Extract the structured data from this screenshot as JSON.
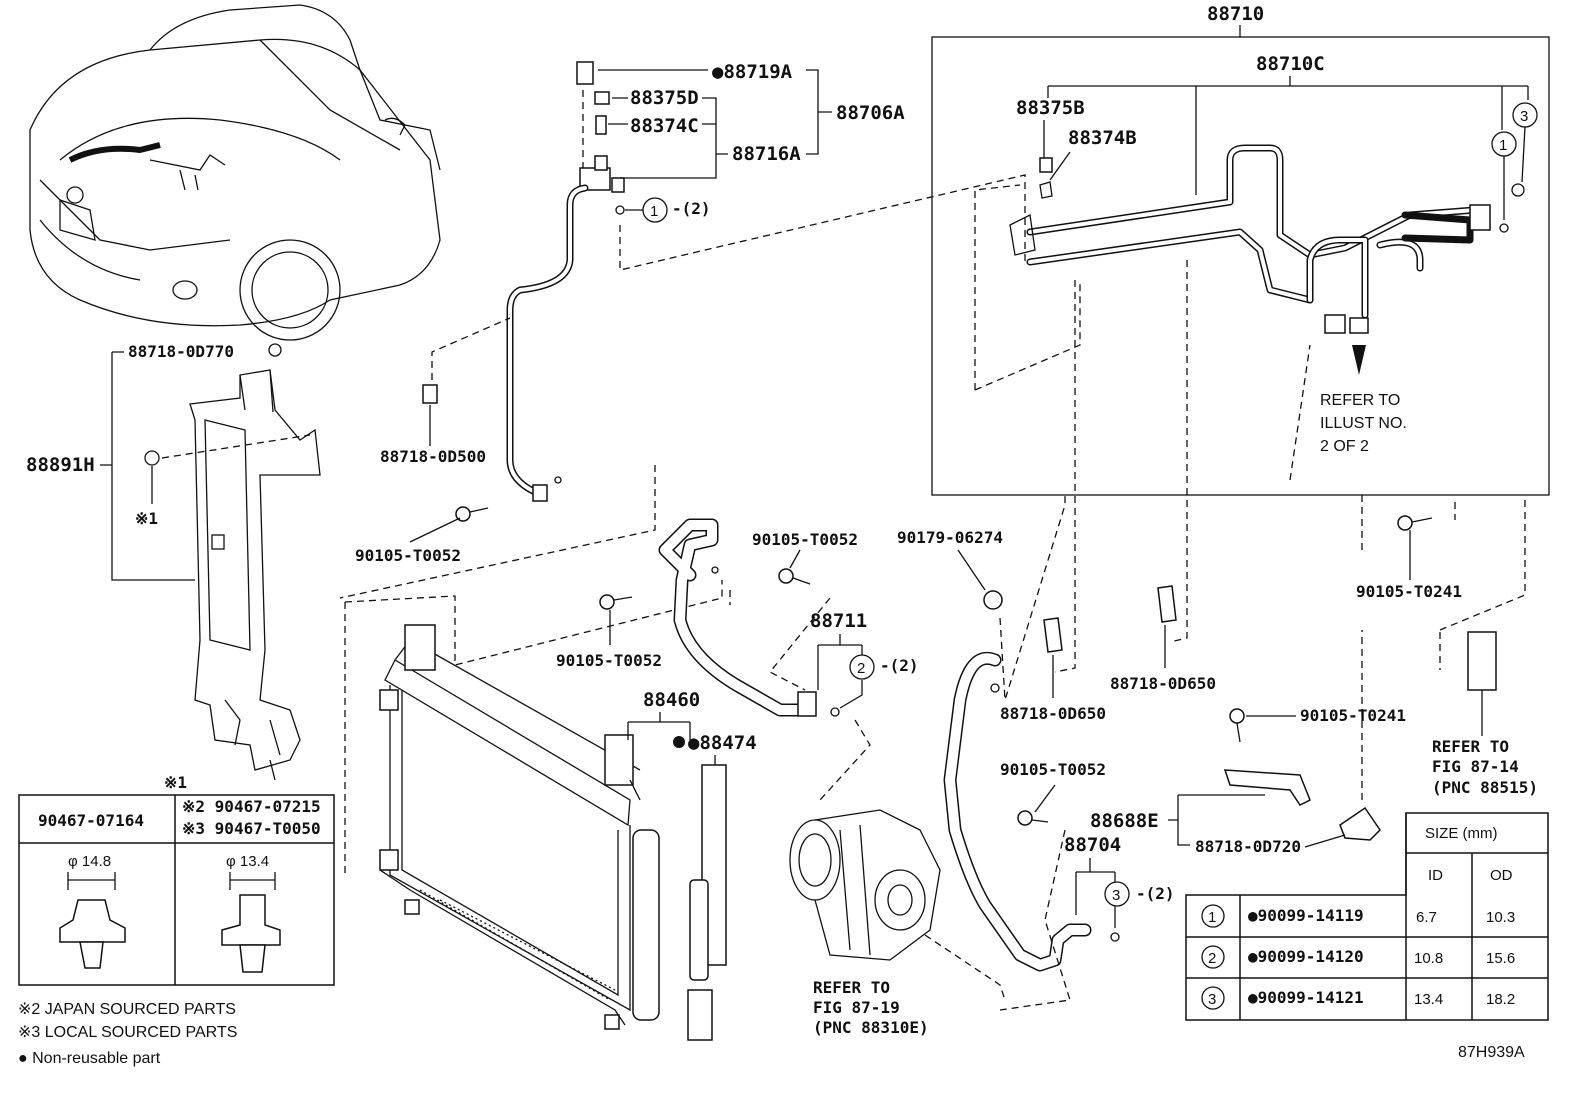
{
  "labels": {
    "p88710": "88710",
    "p88710C": "88710C",
    "p88375B": "88375B",
    "p88374B": "88374B",
    "p88719A": "●88719A",
    "p88375D": "88375D",
    "p88374C": "88374C",
    "p88706A": "88706A",
    "p88716A": "88716A",
    "o_1_top": "1",
    "o_1_top_qty": "-(2)",
    "p88718_0D770": "88718-0D770",
    "p88891H": "88891H",
    "note_x1_left": "※1",
    "p88718_0D500": "88718-0D500",
    "p90105_T0052_a": "90105-T0052",
    "p90105_T0052_b": "90105-T0052",
    "p90105_T0052_c": "90105-T0052",
    "p90105_T0052_d": "90105-T0052",
    "p88711": "88711",
    "o_2_qty": "-(2)",
    "o_2": "2",
    "p90179_06274": "90179-06274",
    "p88718_0D650_a": "88718-0D650",
    "p88718_0D650_b": "88718-0D650",
    "p90105_T0241_a": "90105-T0241",
    "p90105_T0241_b": "90105-T0241",
    "p88460": "88460",
    "p88474": "●88474",
    "p88688E": "88688E",
    "p88718_0D720": "88718-0D720",
    "p88704": "88704",
    "o_3": "3",
    "o_3_qty": "-(2)",
    "o_3_top": "3",
    "o_1_right": "1",
    "refer_illust_1": "REFER TO",
    "refer_illust_2": "ILLUST NO.",
    "refer_illust_3": "2 OF 2",
    "refer_8714_1": "REFER TO",
    "refer_8714_2": "FIG 87-14",
    "refer_8714_3": "(PNC 88515)",
    "refer_8719_1": "REFER TO",
    "refer_8719_2": "FIG 87-19",
    "refer_8719_3": "(PNC 88310E)",
    "diagram_id": "87H939A"
  },
  "clip_table": {
    "header_mark": "※1",
    "col1": "90467-07164",
    "col2_a": "※2 90467-07215",
    "col2_b": "※3 90467-T0050",
    "dim1": "φ 14.8",
    "dim2": "φ 13.4"
  },
  "notes": {
    "n1": "※2 JAPAN SOURCED PARTS",
    "n2": "※3 LOCAL SOURCED PARTS",
    "n3": "● Non-reusable part"
  },
  "size_table": {
    "title": "SIZE (mm)",
    "col_id": "ID",
    "col_od": "OD",
    "rows": [
      {
        "ref": "1",
        "part": "●90099-14119",
        "id": "6.7",
        "od": "10.3"
      },
      {
        "ref": "2",
        "part": "●90099-14120",
        "id": "10.8",
        "od": "15.6"
      },
      {
        "ref": "3",
        "part": "●90099-14121",
        "id": "13.4",
        "od": "18.2"
      }
    ]
  }
}
